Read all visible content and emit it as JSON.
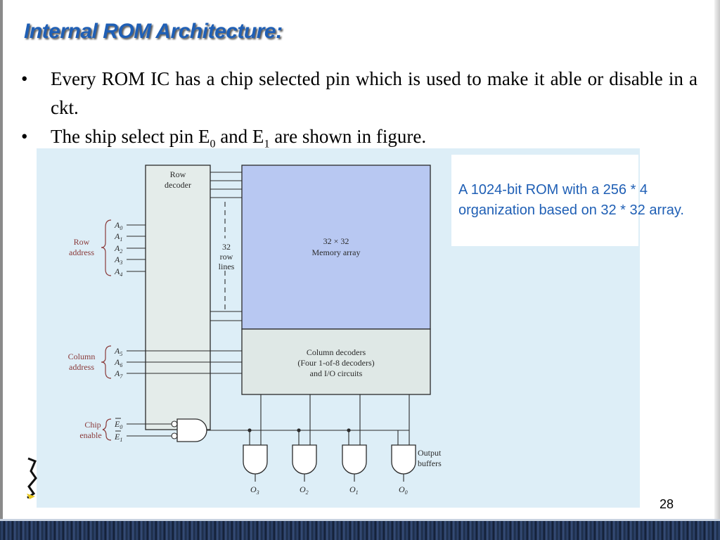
{
  "slide": {
    "title": "Internal ROM Architecture:",
    "bullets": [
      {
        "symbol": "•",
        "text": "Every ROM IC  has a chip selected pin which is used to make it able or disable in a ckt."
      },
      {
        "symbol": "•",
        "text_a": "The ship select pin E",
        "sub_a": "0",
        "text_b": " and E",
        "sub_b": "1",
        "text_c": " are shown in figure."
      }
    ],
    "caption": "A 1024-bit ROM with a 256 * 4 organization based on 32 * 32 array.",
    "slide_number": "28"
  },
  "diagram": {
    "row_decoder_label": [
      "Row",
      "decoder"
    ],
    "row_address_label": [
      "Row",
      "address"
    ],
    "row_inputs": [
      {
        "letter": "A",
        "sub": "0"
      },
      {
        "letter": "A",
        "sub": "1"
      },
      {
        "letter": "A",
        "sub": "2"
      },
      {
        "letter": "A",
        "sub": "3"
      },
      {
        "letter": "A",
        "sub": "4"
      }
    ],
    "row_lines_label": [
      "32",
      "row",
      "lines"
    ],
    "memory_label": [
      "32 × 32",
      "Memory array"
    ],
    "column_decoder_label": [
      "Column decoders",
      "(Four 1-of-8 decoders)",
      "and I/O circuits"
    ],
    "column_address_label": [
      "Column",
      "address"
    ],
    "column_inputs": [
      {
        "letter": "A",
        "sub": "5"
      },
      {
        "letter": "A",
        "sub": "6"
      },
      {
        "letter": "A",
        "sub": "7"
      }
    ],
    "chip_enable_label": [
      "Chip",
      "enable"
    ],
    "enable_inputs": [
      {
        "letter": "E",
        "sub": "0"
      },
      {
        "letter": "E",
        "sub": "1"
      }
    ],
    "output_buffers_label": [
      "Output",
      "buffers"
    ],
    "outputs": [
      {
        "letter": "O",
        "sub": "3"
      },
      {
        "letter": "O",
        "sub": "2"
      },
      {
        "letter": "O",
        "sub": "1"
      },
      {
        "letter": "O",
        "sub": "0"
      }
    ],
    "colors": {
      "background": "#ddeef7",
      "memory_fill": "#b8c8f2",
      "decoder_fill": "#dfe8e6",
      "row_decoder_fill": "#e4ecea",
      "label_red": "#8a3a3a",
      "line": "#2a2a2a"
    }
  }
}
